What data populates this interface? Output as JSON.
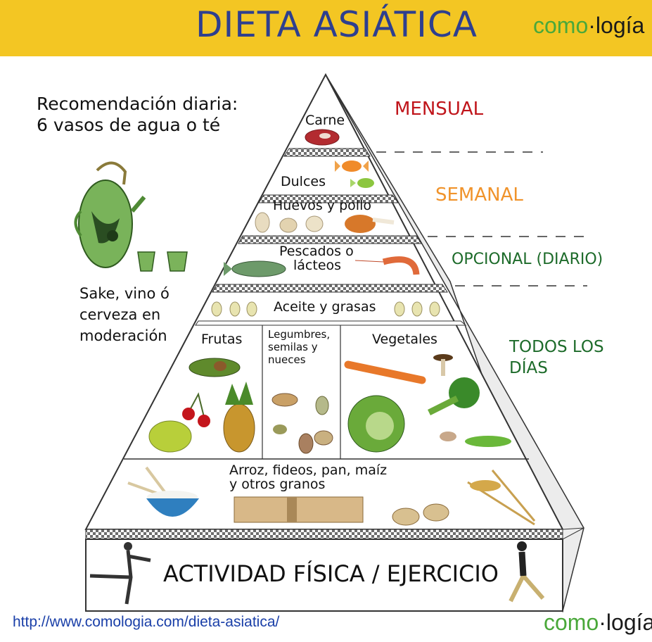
{
  "header": {
    "title": "DIETA ASIÁTICA",
    "brand_left": "como",
    "brand_dot": "·",
    "brand_right": "logía"
  },
  "daily_recommendation": {
    "line1": "Recomendación diaria:",
    "line2": "6 vasos de agua o té"
  },
  "alcohol_note": {
    "line1": "Sake, vino ó",
    "line2": "cerveza en",
    "line3": "moderación"
  },
  "pyramid": {
    "tiers": [
      {
        "label": "Carne"
      },
      {
        "label": "Dulces"
      },
      {
        "label": "Huevos y pollo"
      },
      {
        "label": "Pescados o",
        "label2": "lácteos"
      },
      {
        "label": "Aceite y grasas"
      },
      {
        "label": "Frutas"
      },
      {
        "label": "Legumbres,",
        "label2": "semilas y",
        "label3": "nueces"
      },
      {
        "label": "Vegetales"
      },
      {
        "label": "Arroz, fideos, pan, maíz",
        "label2": "y otros granos"
      }
    ],
    "base": "ACTIVIDAD FÍSICA / EJERCICIO"
  },
  "frequency": {
    "monthly": {
      "label": "MENSUAL",
      "color": "#c0151b"
    },
    "weekly": {
      "label": "SEMANAL",
      "color": "#f0932b"
    },
    "optional": {
      "label": "OPCIONAL (DIARIO)",
      "color": "#1d6b2a"
    },
    "every_day": {
      "line1": "TODOS LOS",
      "line2": "DÍAS",
      "color": "#1d6b2a"
    }
  },
  "footer": {
    "url": "http://www.comologia.com/dieta-asiatica/"
  }
}
